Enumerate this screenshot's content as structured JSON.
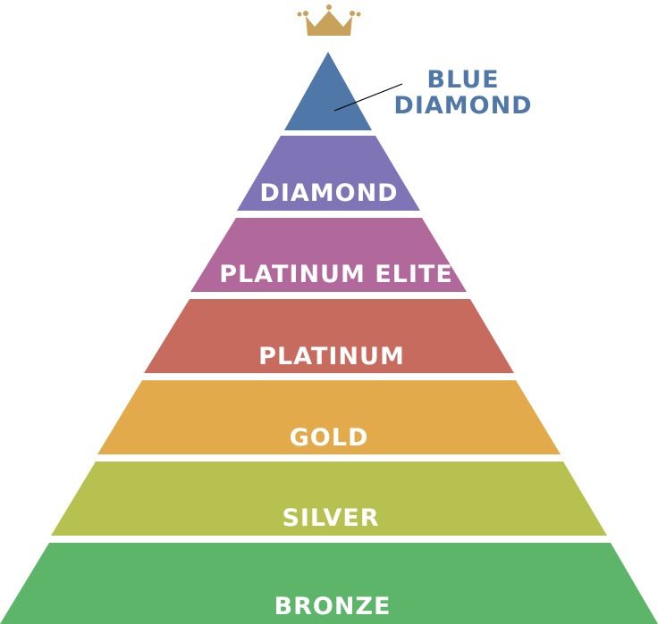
{
  "pyramid": {
    "apex": {
      "label_line1": "BLUE",
      "label_line2": "DIAMOND",
      "color": "#4f77a7",
      "label_color": "#4f77a7"
    },
    "crown_icon": "crown-icon",
    "crown_color": "#c8a15a",
    "tiers": [
      {
        "label": "DIAMOND",
        "color": "#7f74b5"
      },
      {
        "label": "PLATINUM ELITE",
        "color": "#b1699b"
      },
      {
        "label": "PLATINUM",
        "color": "#c86b5f"
      },
      {
        "label": "GOLD",
        "color": "#e2aa4b"
      },
      {
        "label": "SILVER",
        "color": "#b7c14f"
      },
      {
        "label": "BRONZE",
        "color": "#5db56a"
      }
    ]
  }
}
